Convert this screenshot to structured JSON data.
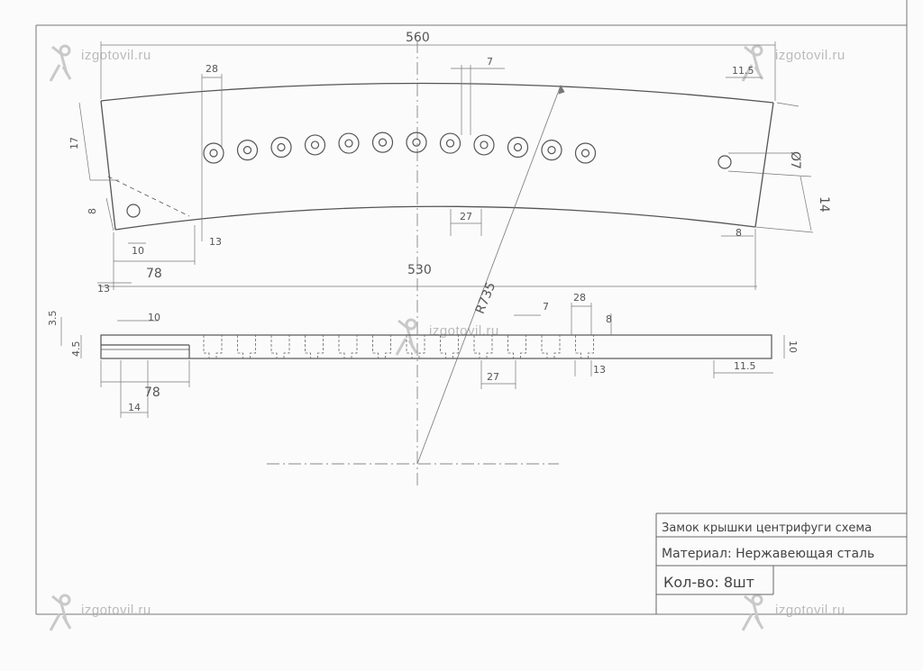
{
  "watermark": {
    "text": "izgotovil.ru",
    "icon": "wrench-figure-icon"
  },
  "title_block": {
    "name": "Замок крышки центрифуги схема",
    "material": "Материал: Нержавеющая сталь",
    "quantity": "Кол-во: 8шт"
  },
  "dimensions": {
    "top_length": "560",
    "bottom_length": "530",
    "radius": "R735",
    "top_28": "28",
    "top_7": "7",
    "top_11_5": "11.5",
    "left_17": "17",
    "left_8": "8",
    "left_10": "10",
    "left_13_under": "13",
    "left_13": "13",
    "left_78": "78",
    "mid_27": "27",
    "right_phi7": "Ø7",
    "right_14": "14",
    "right_8": "8",
    "side_3_5": "3.5",
    "side_4_5": "4.5",
    "side_10_top": "10",
    "side_78": "78",
    "side_14": "14",
    "side_7": "7",
    "side_28": "28",
    "side_8": "8",
    "side_27": "27",
    "side_13": "13",
    "side_11_5": "11.5",
    "side_10_right": "10"
  }
}
